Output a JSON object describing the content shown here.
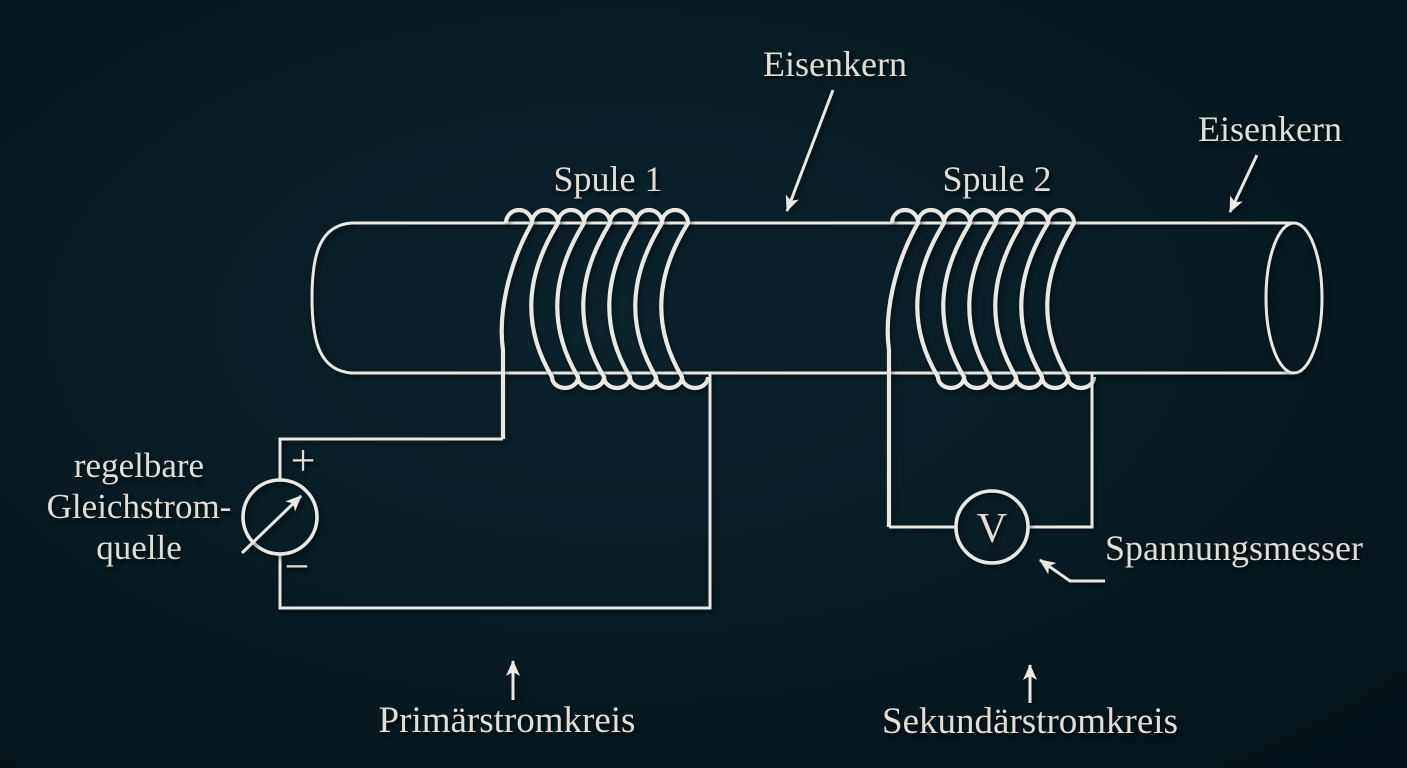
{
  "colors": {
    "background": "#081b22",
    "line": "#e9e8e3",
    "text": "#e2ded6"
  },
  "labels": {
    "eisenkern_center": "Eisenkern",
    "eisenkern_right": "Eisenkern",
    "spule1": "Spule 1",
    "spule2": "Spule 2",
    "source_line1": "regelbare",
    "source_line2": "Gleichstrom-",
    "source_line3": "quelle",
    "source_plus": "+",
    "source_minus": "−",
    "voltmeter_symbol": "V",
    "voltmeter_label": "Spannungsmesser",
    "primary_circuit": "Primärstromkreis",
    "secondary_circuit": "Sekundärstromkreis"
  }
}
